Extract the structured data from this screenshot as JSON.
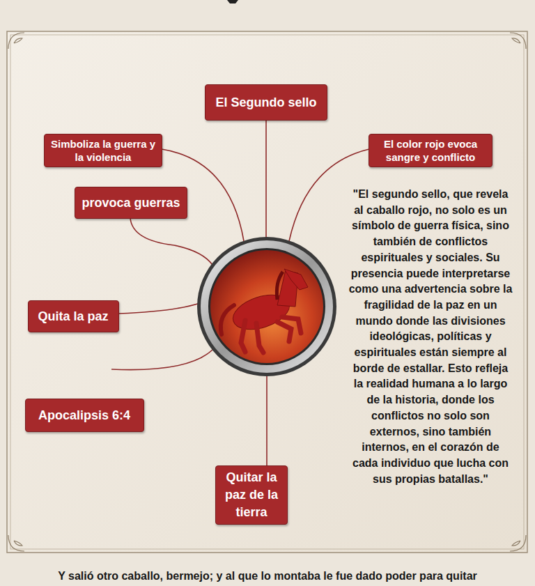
{
  "diagram": {
    "nodes": [
      {
        "text": [
          "El Segundo sello"
        ]
      },
      {
        "text": [
          "Simboliza la guerra y la violencia"
        ]
      },
      {
        "text": [
          "El color rojo evoca sangre y conflicto"
        ]
      },
      {
        "text": [
          "provoca guerras"
        ]
      },
      {
        "text": [
          "Quita la paz"
        ]
      },
      {
        "text": [
          "Apocalipsis 6:4"
        ]
      },
      {
        "text": [
          "Quitar la paz de la tierra"
        ]
      }
    ],
    "labels": [
      "\"El segundo sello, que revela al caballo rojo, no solo es un símbolo de guerra física, sino también de conflictos espirituales y sociales. Su presencia puede interpretarse como una advertencia sobre la fragilidad de la paz en un mundo donde las divisiones ideológicas, políticas y espirituales están siempre al borde de estallar. Esto refleja la realidad humana a lo largo de la historia, donde los conflictos no solo son externos, sino también internos, en el corazón de cada individuo que lucha con sus propias batallas.\"",
      "Y salió otro caballo, bermejo; y al que lo montaba le fue dado poder para quitar"
    ]
  }
}
